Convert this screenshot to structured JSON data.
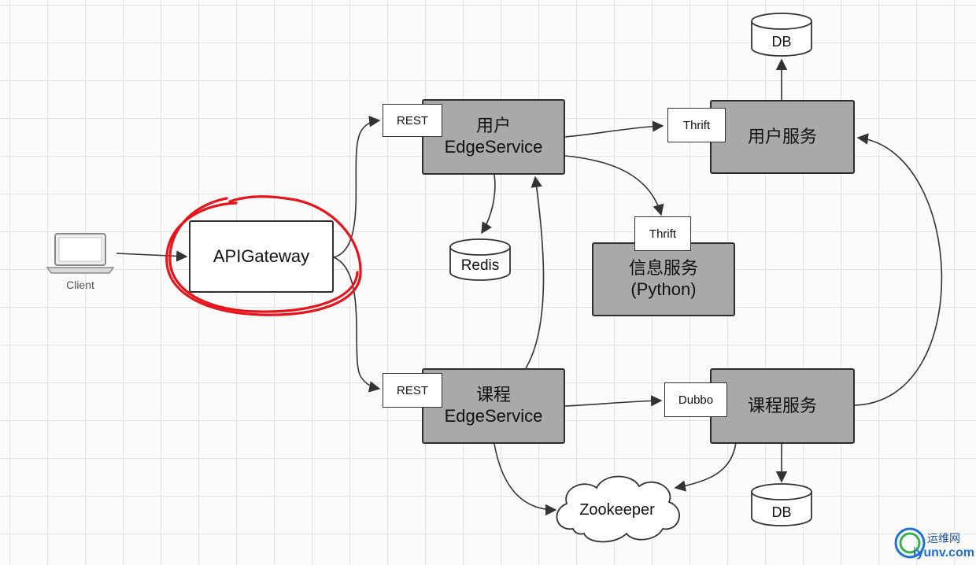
{
  "client": {
    "label": "Client"
  },
  "gateway": {
    "label": "APIGateway"
  },
  "user_edge": {
    "line1": "用户",
    "line2": "EdgeService",
    "tag": "REST"
  },
  "course_edge": {
    "line1": "课程",
    "line2": "EdgeService",
    "tag": "REST"
  },
  "user_service": {
    "label": "用户服务",
    "tag": "Thrift"
  },
  "info_service": {
    "line1": "信息服务",
    "line2": "(Python)",
    "tag": "Thrift"
  },
  "course_service": {
    "label": "课程服务",
    "tag": "Dubbo"
  },
  "redis": {
    "label": "Redis"
  },
  "db_top": {
    "label": "DB"
  },
  "db_bottom": {
    "label": "DB"
  },
  "zookeeper": {
    "label": "Zookeeper"
  },
  "watermark": {
    "line1": "运维网",
    "line2": "iyunv.com"
  },
  "colors": {
    "service_fill": "#a9a9a9",
    "highlight": "#e8141c",
    "watermark_blue": "#1f6fd8"
  }
}
